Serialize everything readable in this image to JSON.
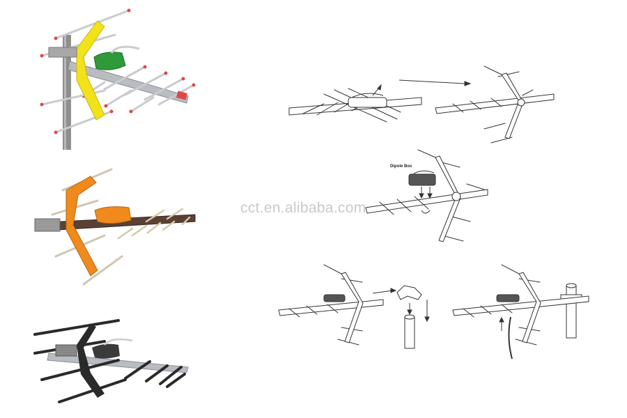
{
  "watermark": "cct.en.alibaba.com",
  "products": [
    {
      "variant": "yellow",
      "colors": {
        "body": "#f2e21a",
        "box": "#2f9a3a",
        "tips": "#e04848"
      }
    },
    {
      "variant": "orange",
      "colors": {
        "body": "#f08a1c",
        "box": "#f08a1c",
        "tips": "#e6c58a"
      }
    },
    {
      "variant": "black",
      "colors": {
        "body": "#2a2a2a",
        "box": "#3a3a3a",
        "tips": "#2a2a2a"
      }
    }
  ],
  "diagram": {
    "label_dipole_box": "Dipole Box",
    "steps": [
      "fold-reflector",
      "attach-dipole-box",
      "connect-cable",
      "mount-on-mast"
    ]
  }
}
